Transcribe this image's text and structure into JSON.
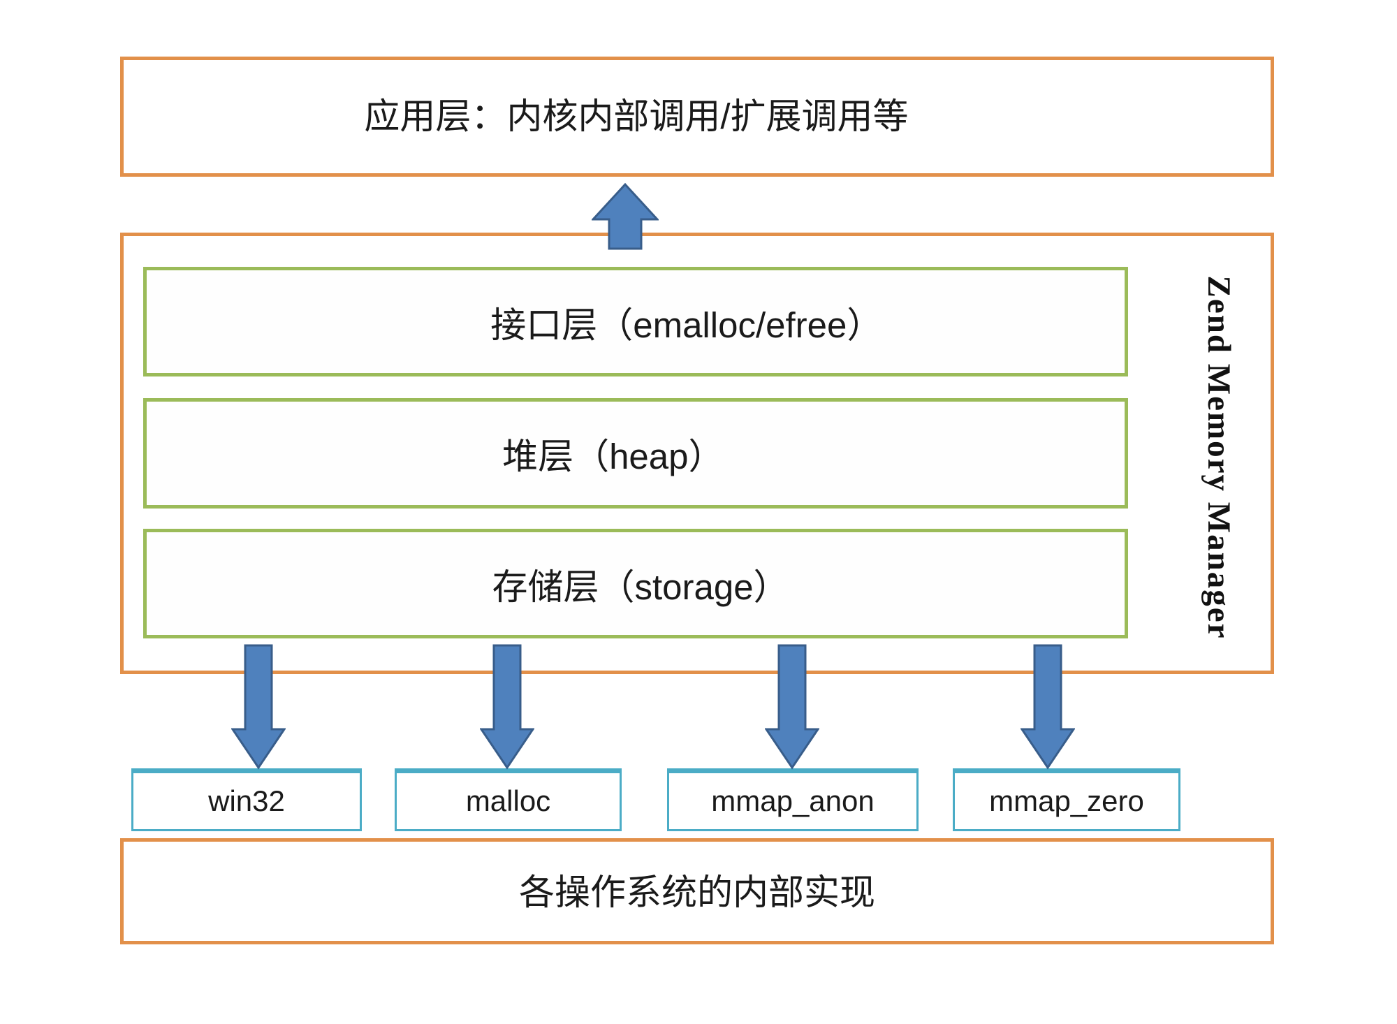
{
  "colors": {
    "orange_border": "#E2904A",
    "green_border": "#9BBB59",
    "teal_border": "#4BACC6",
    "arrow_fill": "#4F81BD",
    "arrow_stroke": "#385D8A",
    "text": "#1a1a1a"
  },
  "app_layer": {
    "label": "应用层：内核内部调用/扩展调用等"
  },
  "memory_manager": {
    "side_label": "Zend Memory Manager",
    "layers": [
      {
        "id": "interface",
        "label": "接口层（emalloc/efree）"
      },
      {
        "id": "heap",
        "label": "堆层（heap）"
      },
      {
        "id": "storage",
        "label": "存储层（storage）"
      }
    ]
  },
  "allocators": [
    {
      "id": "win32",
      "label": "win32"
    },
    {
      "id": "malloc",
      "label": "malloc"
    },
    {
      "id": "mmap_anon",
      "label": "mmap_anon"
    },
    {
      "id": "mmap_zero",
      "label": "mmap_zero"
    }
  ],
  "os_layer": {
    "label": "各操作系统的内部实现"
  }
}
